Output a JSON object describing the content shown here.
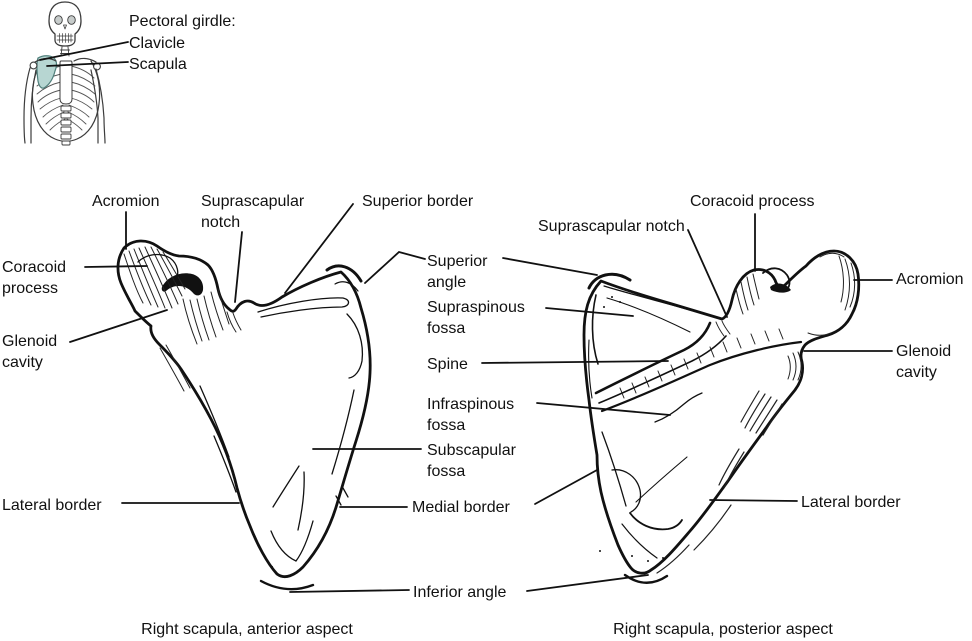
{
  "figure": {
    "inset": {
      "heading": "Pectoral girdle:",
      "clavicle": "Clavicle",
      "scapula": "Scapula"
    },
    "anterior_view": {
      "caption": "Right scapula, anterior aspect",
      "labels": {
        "acromion": "Acromion",
        "suprascapular_notch": "Suprascapular\nnotch",
        "superior_border": "Superior border",
        "coracoid_process": "Coracoid\nprocess",
        "glenoid_cavity": "Glenoid\ncavity",
        "lateral_border": "Lateral border"
      }
    },
    "shared_labels": {
      "superior_angle": "Superior\nangle",
      "supraspinous_fossa": "Supraspinous\nfossa",
      "spine": "Spine",
      "infraspinous_fossa": "Infraspinous\nfossa",
      "subscapular_fossa": "Subscapular\nfossa",
      "medial_border": "Medial border",
      "inferior_angle": "Inferior angle"
    },
    "posterior_view": {
      "caption": "Right scapula, posterior aspect",
      "labels": {
        "suprascapular_notch": "Suprascapular notch",
        "coracoid_process": "Coracoid process",
        "acromion": "Acromion",
        "glenoid_cavity": "Glenoid\ncavity",
        "lateral_border": "Lateral border"
      }
    },
    "colors": {
      "line": "#111111",
      "background": "#ffffff",
      "scapula_highlight_fill": "#b7d6d2",
      "scapula_highlight_stroke": "#4f7f7b"
    }
  }
}
